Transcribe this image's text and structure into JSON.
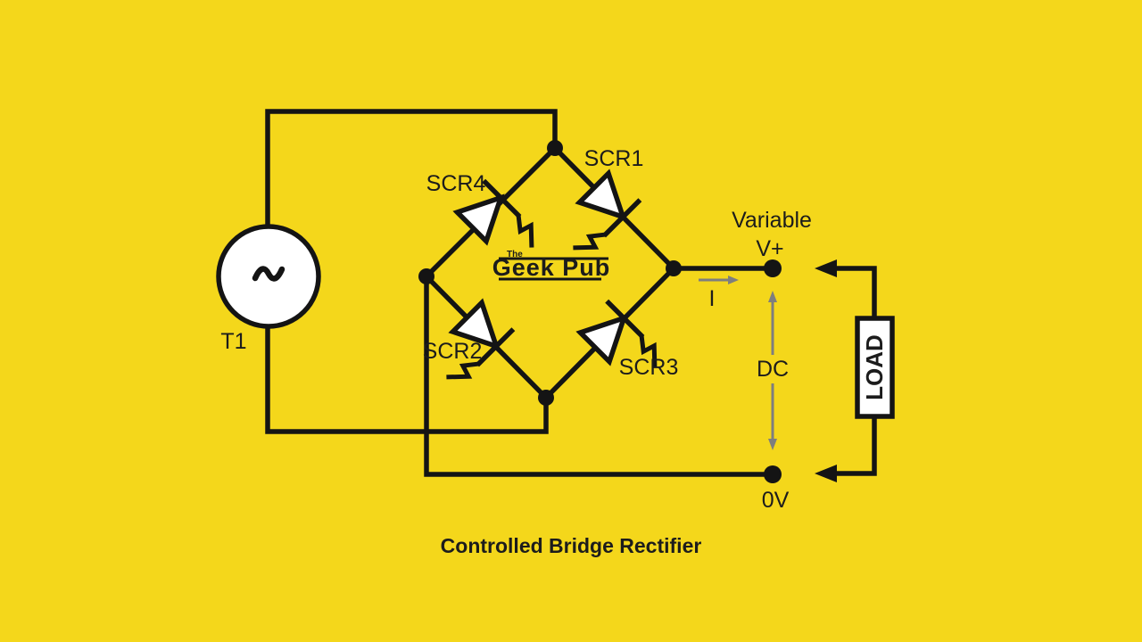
{
  "colors": {
    "background": "#F4D71B",
    "line": "#141414",
    "text": "#1C1C1C",
    "arrow_gray": "#7E7E7E",
    "component_fill": "#FFFFFF"
  },
  "title": "Controlled Bridge Rectifier",
  "transformer_label": "T1",
  "scr_labels": {
    "scr1": "SCR1",
    "scr2": "SCR2",
    "scr3": "SCR3",
    "scr4": "SCR4"
  },
  "logo": {
    "prefix": "The",
    "name": "Geek Pub"
  },
  "annotations": {
    "variable": "Variable",
    "v_plus": "V+",
    "current": "I",
    "dc": "DC",
    "zero_volt": "0V"
  },
  "load_label": "LOAD"
}
